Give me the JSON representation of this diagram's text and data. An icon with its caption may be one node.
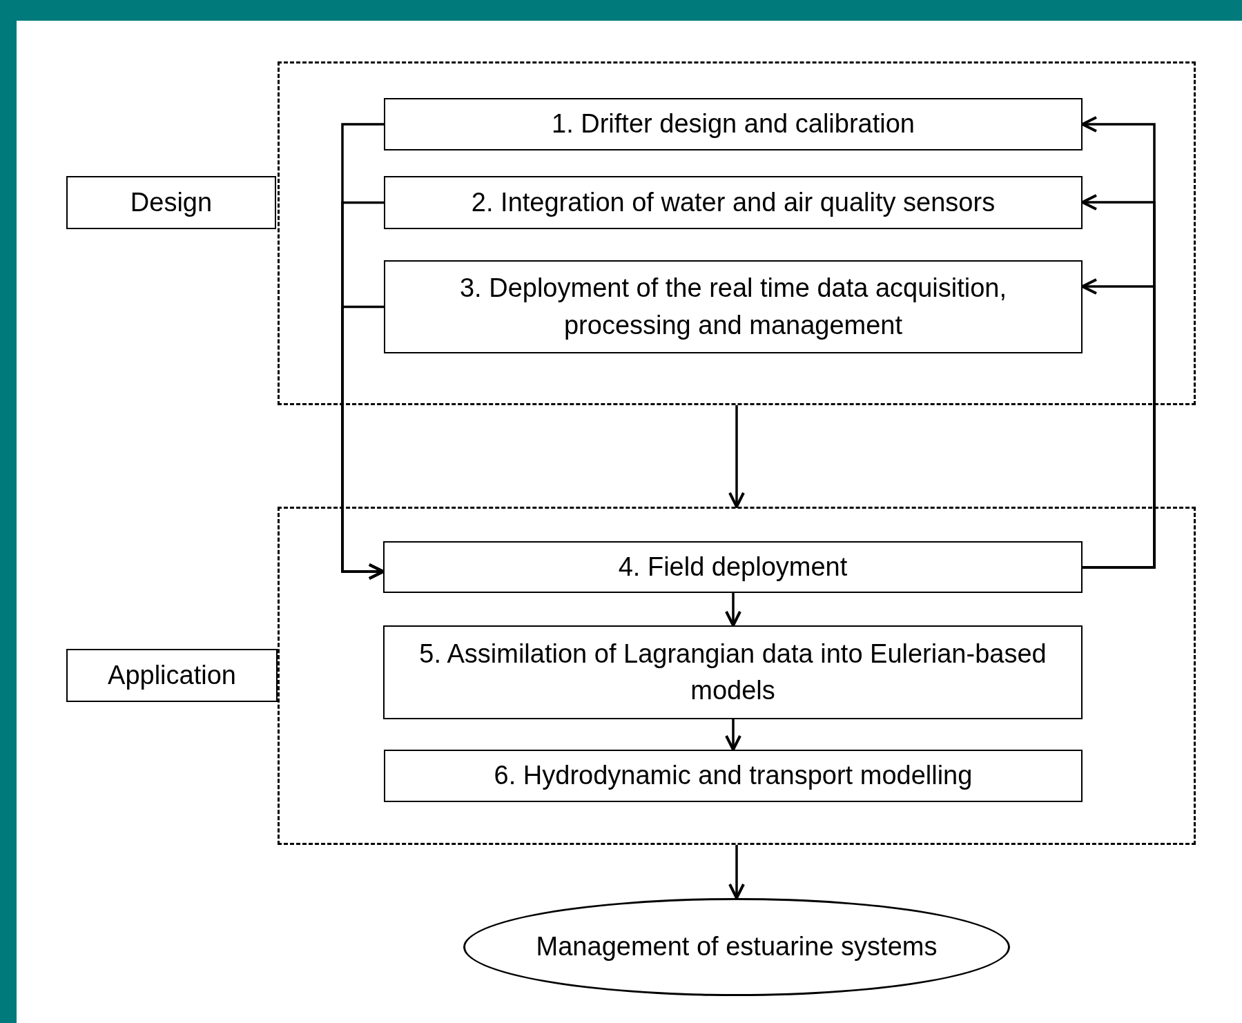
{
  "diagram": {
    "nodes": [
      {
        "text": [
          "Design"
        ]
      },
      {
        "text": [],
        "shape": "box"
      },
      {
        "text": [
          "1. Drifter design and calibration"
        ],
        "in": 1
      },
      {
        "text": [
          "2. Integration of water and air quality sensors"
        ],
        "in": 1
      },
      {
        "text": [
          "3. Deployment of the real time data acquisition, processing and management"
        ],
        "in": 1
      },
      {
        "text": [
          "Application"
        ]
      },
      {
        "text": [],
        "shape": "box"
      },
      {
        "text": [
          "4. Field deployment"
        ],
        "in": 6
      },
      {
        "text": [
          "5. Assimilation of Lagrangian data into Eulerian-based models"
        ],
        "in": 6
      },
      {
        "text": [
          "6. Hydrodynamic and transport modelling"
        ],
        "in": 6
      },
      {
        "text": [
          "Management of estuarine systems"
        ]
      }
    ],
    "edges": [
      {
        "from": 1,
        "to": 6,
        "arrow": "to"
      },
      {
        "from": 6,
        "to": 10,
        "arrow": "to"
      },
      {
        "from": 2,
        "to": 7,
        "arrow": "to"
      },
      {
        "from": 3,
        "to": 7,
        "arrow": "to"
      },
      {
        "from": 4,
        "to": 7,
        "arrow": "to"
      },
      {
        "from": 7,
        "to": 2,
        "arrow": "to"
      },
      {
        "from": 7,
        "to": 3,
        "arrow": "to"
      },
      {
        "from": 7,
        "to": 4,
        "arrow": "to"
      },
      {
        "from": 7,
        "to": 8,
        "arrow": "to"
      },
      {
        "from": 8,
        "to": 9,
        "arrow": "to"
      }
    ]
  }
}
